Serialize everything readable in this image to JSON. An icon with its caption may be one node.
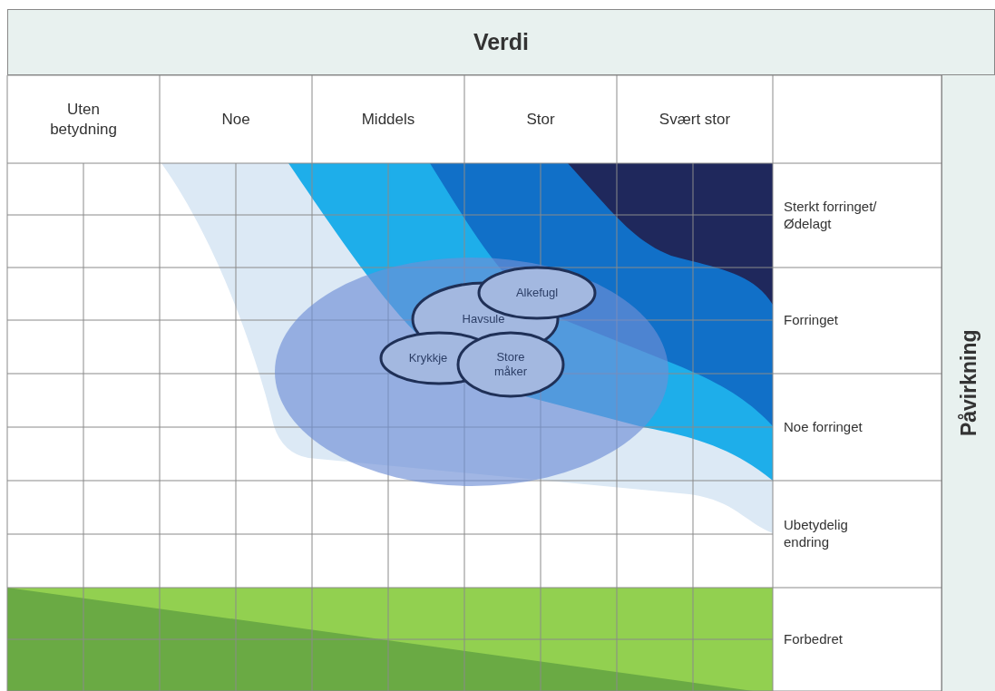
{
  "diagram": {
    "nodes": [
      {
        "text": [
          "Verdi"
        ]
      },
      {
        "text": [
          "Uten betydning"
        ]
      },
      {
        "text": [
          "Noe"
        ]
      },
      {
        "text": [
          "Middels"
        ]
      },
      {
        "text": [
          "Stor"
        ]
      },
      {
        "text": [
          "Svært stor"
        ]
      },
      {
        "text": [
          "Påvirkning"
        ]
      },
      {
        "text": [
          "Sterkt forringet/ Ødelagt"
        ]
      },
      {
        "text": [
          "Forringet"
        ]
      },
      {
        "text": [
          "Noe forringet"
        ]
      },
      {
        "text": [
          "Ubetydelig endring"
        ]
      },
      {
        "text": [
          "Forbedret"
        ]
      },
      {
        "text": [
          "Alkefugl"
        ]
      },
      {
        "text": [
          "Havsule"
        ]
      },
      {
        "text": [
          "Krykkje"
        ]
      },
      {
        "text": [
          "Store måker"
        ]
      }
    ]
  }
}
